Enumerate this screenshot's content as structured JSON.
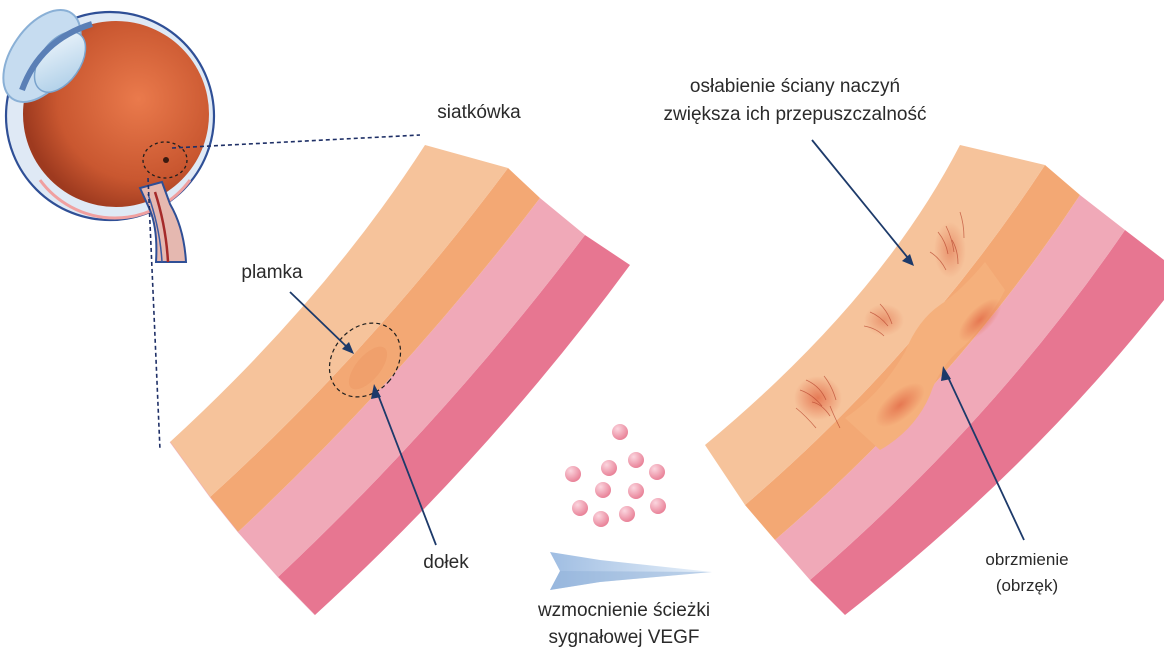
{
  "labels": {
    "retina": "siatkówka",
    "macula": "plamka",
    "fovea": "dołek",
    "vessel_wall_line1": "osłabienie ściany naczyń",
    "vessel_wall_line2": "zwiększa ich przepuszczalność",
    "swelling_line1": "obrzmienie",
    "swelling_line2": "(obrzęk)",
    "vegf_line1": "wzmocnienie ścieżki",
    "vegf_line2": "sygnałowej VEGF"
  },
  "colors": {
    "layer_outer": "#f6c39b",
    "layer_orange": "#f3a874",
    "layer_pink": "#f0a9b8",
    "layer_red": "#e77691",
    "pointer": "#1d3a6a",
    "vegf_particle": "#ef94a8",
    "arrow_fill": "#a9c6e8"
  }
}
